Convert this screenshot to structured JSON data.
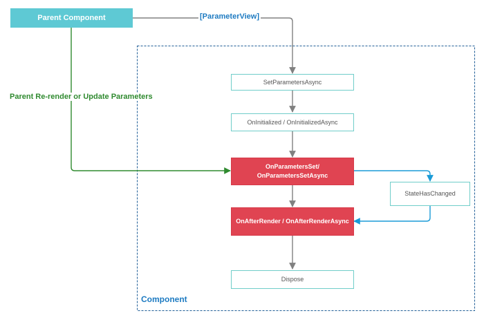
{
  "nodes": {
    "parent_component": "Parent Component",
    "set_parameters_async": "SetParametersAsync",
    "on_initialized": "OnInitialized / OnInitializedAsync",
    "on_parameters_set": "OnParametersSet/\nOnParametersSetAsync",
    "state_has_changed": "StateHasChanged",
    "on_after_render": "OnAfterRender / OnAfterRenderAsync",
    "dispose": "Dispose"
  },
  "edge_labels": {
    "parameter_view": "[ParameterView]",
    "parent_rerender": "Parent Re-render or Update Parameters"
  },
  "container": {
    "label": "Component"
  },
  "colors": {
    "parent_fill": "#5ec9d4",
    "outline_border": "#6fcdc9",
    "red_fill": "#e04452",
    "blue_accent": "#1e7bc2",
    "green_arrow": "#2f8a2f",
    "gray_arrow": "#808080",
    "cyan_arrow": "#1a9bd7"
  }
}
